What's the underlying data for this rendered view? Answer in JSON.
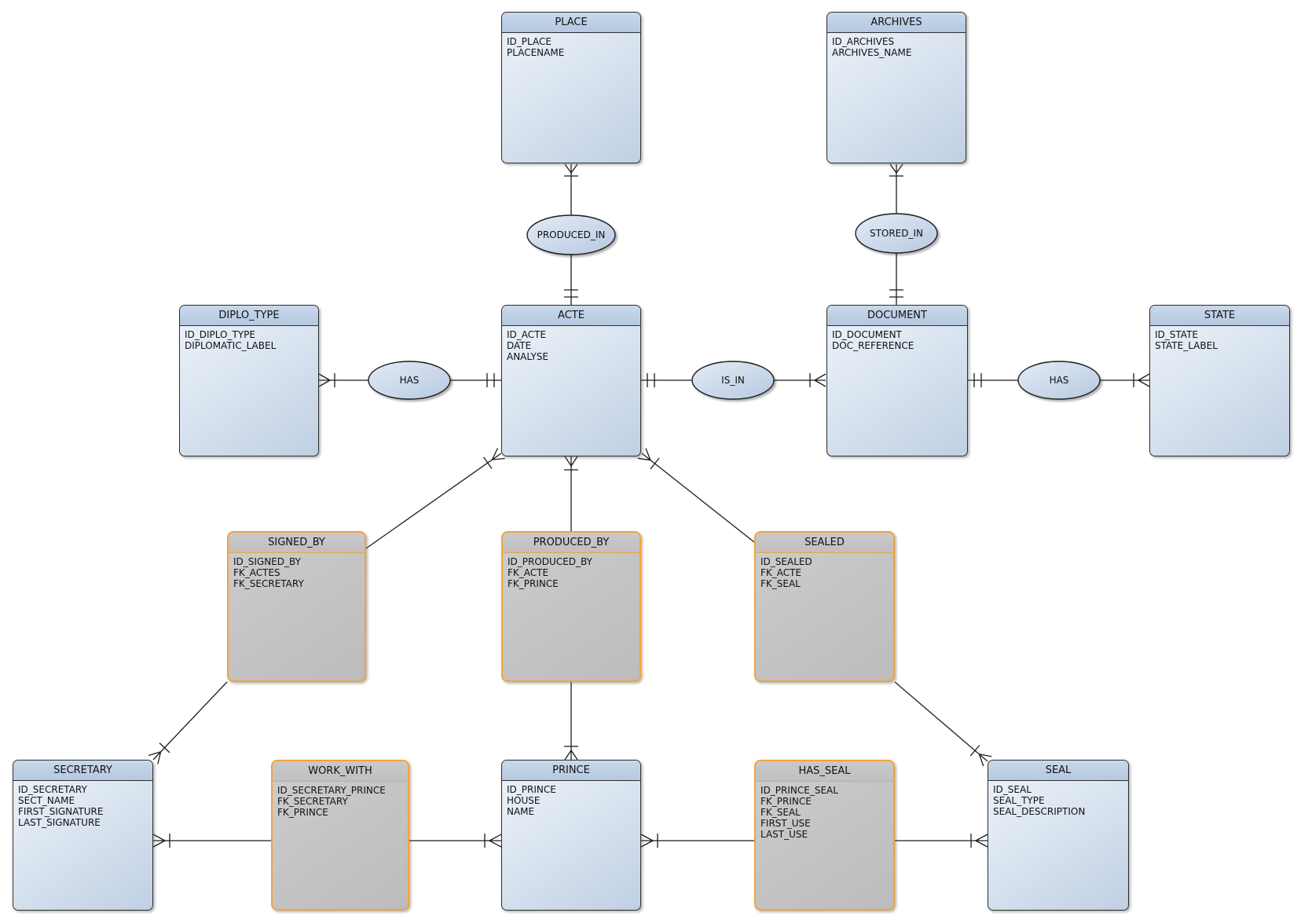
{
  "diagram": {
    "kind": "entity-relationship-diagram",
    "colors": {
      "entity_header": "#bccee4",
      "entity_body": "#dde7f2",
      "entity_border": "#2e2e2e",
      "association_fill": "#c2c2c2",
      "association_border": "#f2a33c",
      "line": "#1c1c1c",
      "background": "#ffffff"
    }
  },
  "entities": {
    "place": {
      "name": "PLACE",
      "attrs": [
        "ID_PLACE",
        "PLACENAME"
      ]
    },
    "archives": {
      "name": "ARCHIVES",
      "attrs": [
        "ID_ARCHIVES",
        "ARCHIVES_NAME"
      ]
    },
    "diplo_type": {
      "name": "DIPLO_TYPE",
      "attrs": [
        "ID_DIPLO_TYPE",
        "DIPLOMATIC_LABEL"
      ]
    },
    "acte": {
      "name": "ACTE",
      "attrs": [
        "ID_ACTE",
        "DATE",
        "ANALYSE"
      ]
    },
    "document": {
      "name": "DOCUMENT",
      "attrs": [
        "ID_DOCUMENT",
        "DOC_REFERENCE"
      ]
    },
    "state": {
      "name": "STATE",
      "attrs": [
        "ID_STATE",
        "STATE_LABEL"
      ]
    },
    "signed_by": {
      "name": "SIGNED_BY",
      "attrs": [
        "ID_SIGNED_BY",
        "FK_ACTES",
        "FK_SECRETARY"
      ]
    },
    "produced_by": {
      "name": "PRODUCED_BY",
      "attrs": [
        "ID_PRODUCED_BY",
        "FK_ACTE",
        "FK_PRINCE"
      ]
    },
    "sealed": {
      "name": "SEALED",
      "attrs": [
        "ID_SEALED",
        "FK_ACTE",
        "FK_SEAL"
      ]
    },
    "secretary": {
      "name": "SECRETARY",
      "attrs": [
        "ID_SECRETARY",
        "SECT_NAME",
        "FIRST_SIGNATURE",
        "LAST_SIGNATURE"
      ]
    },
    "work_with": {
      "name": "WORK_WITH",
      "attrs": [
        "ID_SECRETARY_PRINCE",
        "FK_SECRETARY",
        "FK_PRINCE"
      ]
    },
    "prince": {
      "name": "PRINCE",
      "attrs": [
        "ID_PRINCE",
        "HOUSE",
        "NAME"
      ]
    },
    "has_seal": {
      "name": "HAS_SEAL",
      "attrs": [
        "ID_PRINCE_SEAL",
        "FK_PRINCE",
        "FK_SEAL",
        "FIRST_USE",
        "LAST_USE"
      ]
    },
    "seal": {
      "name": "SEAL",
      "attrs": [
        "ID_SEAL",
        "SEAL_TYPE",
        "SEAL_DESCRIPTION"
      ]
    }
  },
  "relationships": {
    "produced_in": {
      "label": "PRODUCED_IN",
      "between": [
        "PLACE",
        "ACTE"
      ]
    },
    "stored_in": {
      "label": "STORED_IN",
      "between": [
        "ARCHIVES",
        "DOCUMENT"
      ]
    },
    "has_diplo": {
      "label": "HAS",
      "between": [
        "DIPLO_TYPE",
        "ACTE"
      ]
    },
    "is_in": {
      "label": "IS_IN",
      "between": [
        "ACTE",
        "DOCUMENT"
      ]
    },
    "has_state": {
      "label": "HAS",
      "between": [
        "DOCUMENT",
        "STATE"
      ]
    }
  }
}
